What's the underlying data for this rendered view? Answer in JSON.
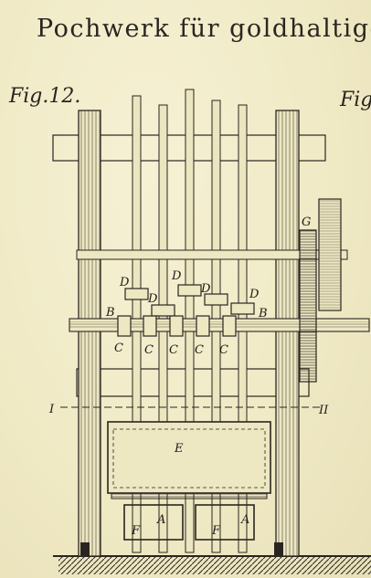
{
  "title": "Pochwerk für goldhaltige",
  "figures": {
    "left": "Fig.12.",
    "right": "Fig"
  },
  "labels": {
    "D": "D",
    "C": "C",
    "B": "B",
    "G": "G",
    "E": "E",
    "A": "A",
    "F": "F",
    "section_left": "I",
    "section_right": "II"
  },
  "colors": {
    "paper": "#f1ecc9",
    "ink": "#2a2520"
  }
}
